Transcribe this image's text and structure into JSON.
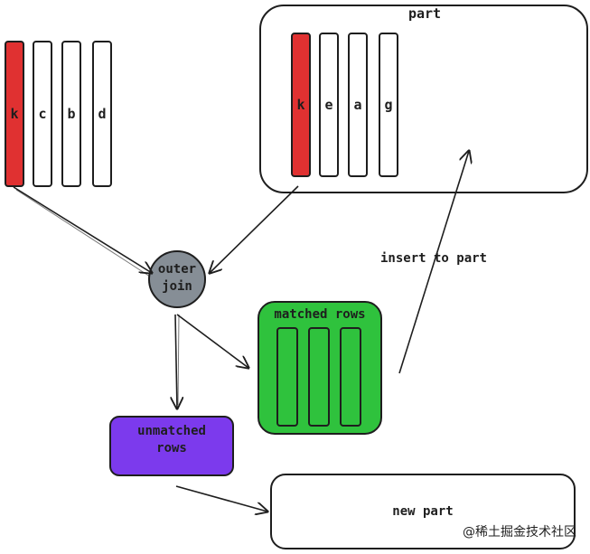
{
  "left_table": {
    "columns": [
      "k",
      "c",
      "b",
      "d"
    ],
    "key_color": "#e03131"
  },
  "part_table": {
    "title": "part",
    "columns": [
      "k",
      "e",
      "a",
      "g"
    ],
    "key_color": "#e03131"
  },
  "outer_join": {
    "line1": "outer",
    "line2": "join",
    "color": "#868e96"
  },
  "matched_rows": {
    "label": "matched rows",
    "color": "#2fc23d"
  },
  "unmatched_rows": {
    "line1": "unmatched",
    "line2": "rows",
    "color": "#7c3aed"
  },
  "insert_label": "insert to part",
  "new_part_label": "new part",
  "watermark": "@稀土掘金技术社区"
}
